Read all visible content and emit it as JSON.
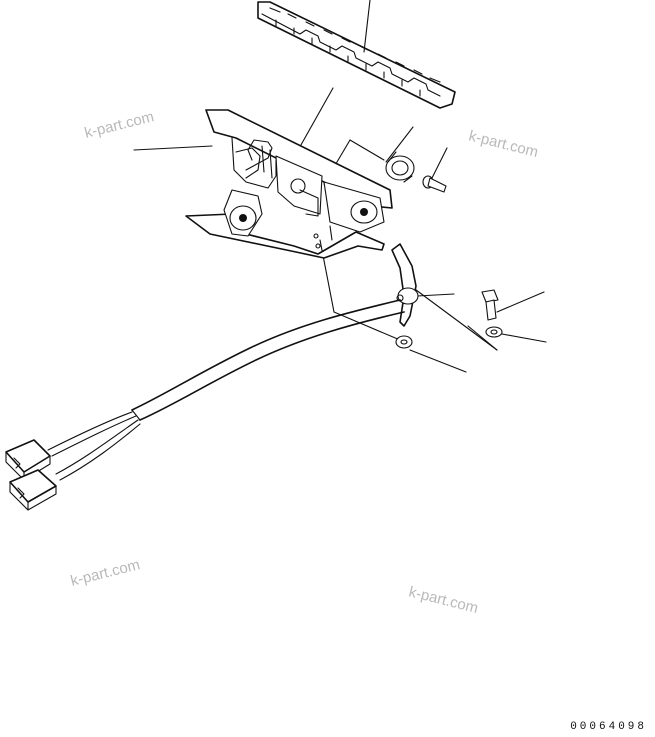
{
  "watermarks": [
    "k-part.com",
    "k-part.com",
    "k-part.com",
    "k-part.com"
  ],
  "drawing_number": "00064098"
}
